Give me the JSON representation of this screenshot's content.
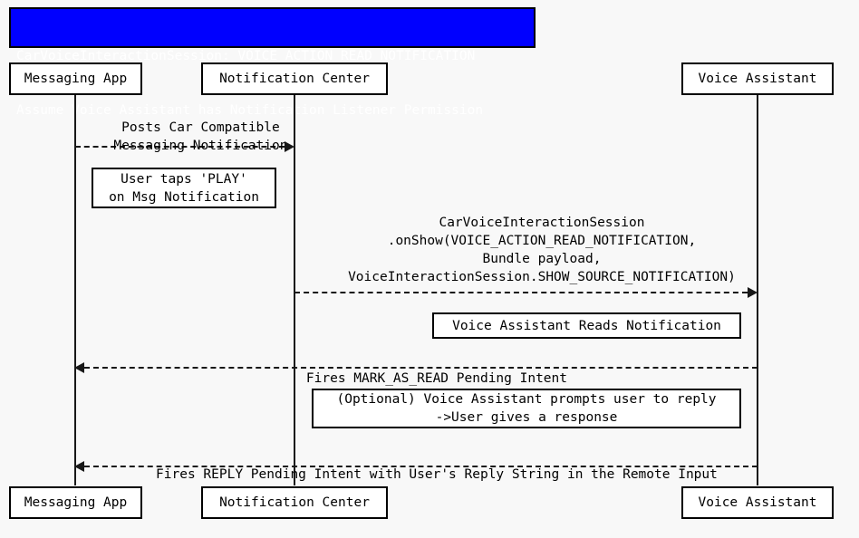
{
  "diagram": {
    "title_banner": {
      "line1": "CarVoiceInteractionSession: VOICE_ACTION_READ_NOTIFICATION",
      "line2": "Assume Voice Assistant has Notification Listener Permission",
      "background_color": "#0000FF",
      "text_color": "#FFFFFF"
    },
    "background_color": "#F8F8F8",
    "line_color": "#181818",
    "participants": [
      {
        "id": "messaging-app",
        "label": "Messaging App"
      },
      {
        "id": "notification-center",
        "label": "Notification Center"
      },
      {
        "id": "voice-assistant",
        "label": "Voice Assistant"
      }
    ],
    "messages": [
      {
        "id": "posts-notification",
        "from": "messaging-app",
        "to": "notification-center",
        "direction": "right",
        "style": "dashed",
        "label_lines": [
          "Posts Car Compatible",
          "Messaging Notification"
        ]
      },
      {
        "id": "onshow",
        "from": "notification-center",
        "to": "voice-assistant",
        "direction": "right",
        "style": "dashed",
        "label_lines": [
          "CarVoiceInteractionSession",
          ".onShow(VOICE_ACTION_READ_NOTIFICATION,",
          "Bundle payload,",
          "VoiceInteractionSession.SHOW_SOURCE_NOTIFICATION)"
        ]
      },
      {
        "id": "mark-as-read",
        "from": "voice-assistant",
        "to": "messaging-app",
        "direction": "left",
        "style": "dashed",
        "label_lines": [
          "Fires MARK_AS_READ Pending Intent"
        ]
      },
      {
        "id": "reply-intent",
        "from": "voice-assistant",
        "to": "messaging-app",
        "direction": "left",
        "style": "dashed",
        "label_lines": [
          "Fires REPLY Pending Intent with User's Reply String in the Remote Input"
        ]
      }
    ],
    "notes": [
      {
        "id": "user-taps-play",
        "lines": [
          "User taps 'PLAY'",
          "on Msg Notification"
        ]
      },
      {
        "id": "assistant-reads",
        "lines": [
          "Voice Assistant Reads Notification"
        ]
      },
      {
        "id": "optional-reply-prompt",
        "lines": [
          "(Optional) Voice Assistant prompts user to reply",
          "->User gives a response"
        ]
      }
    ]
  }
}
